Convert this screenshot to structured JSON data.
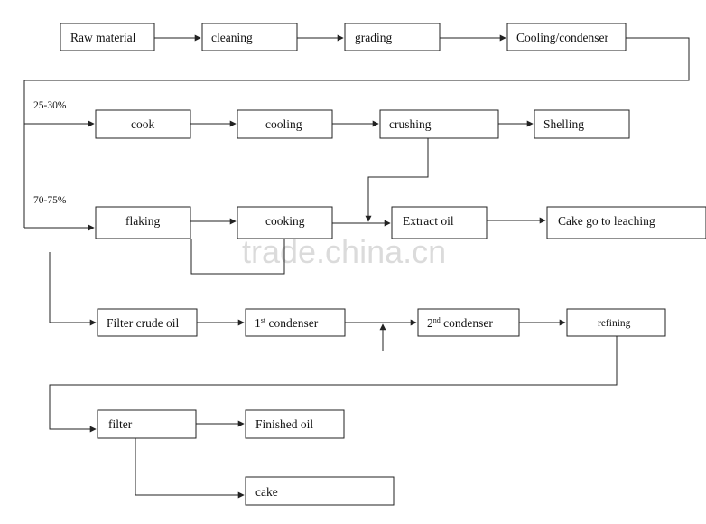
{
  "diagram": {
    "nodes": {
      "raw_material": "Raw material",
      "cleaning": "cleaning",
      "grading": "grading",
      "cooling_condenser": "Cooling/condenser",
      "cook": "cook",
      "cooling": "cooling",
      "crushing": "crushing",
      "shelling": "Shelling",
      "flaking": "flaking",
      "cooking": "cooking",
      "extract_oil": "Extract oil",
      "cake_leaching": "Cake go to leaching",
      "filter_crude_oil": "Filter crude oil",
      "condenser_1": {
        "num": "1",
        "sup": "st",
        "label": " condenser"
      },
      "condenser_2": {
        "num": "2",
        "sup": "nd",
        "label": " condenser"
      },
      "refining": "refining",
      "filter": "filter",
      "finished_oil": "Finished oil",
      "cake": "cake"
    },
    "branch_labels": {
      "upper": "25-30%",
      "lower": "70-75%"
    }
  },
  "watermark": "trade.china.cn"
}
